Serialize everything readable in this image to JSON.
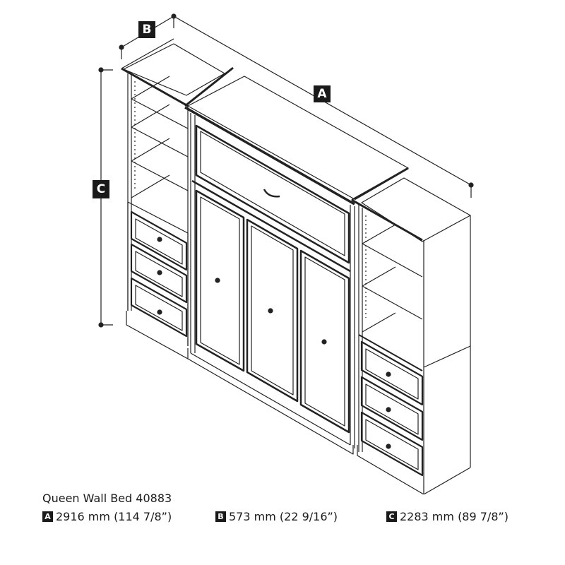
{
  "diagram": {
    "subject": "Queen wall bed with side storage towers (isometric line drawing)",
    "dimension_labels": {
      "A": "A",
      "B": "B",
      "C": "C"
    }
  },
  "caption": {
    "title": "Queen Wall Bed 40883",
    "specs": [
      {
        "badge": "A",
        "value": "2916 mm (114 7/8”)"
      },
      {
        "badge": "B",
        "value": "573 mm (22 9/16”)"
      },
      {
        "badge": "C",
        "value": "2283 mm (89 7/8”)"
      }
    ]
  }
}
